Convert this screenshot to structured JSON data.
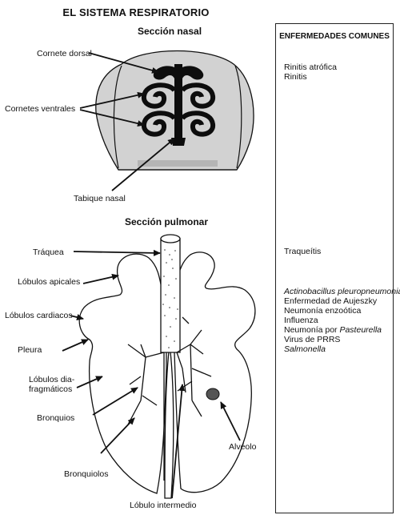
{
  "title": "EL SISTEMA RESPIRATORIO",
  "nasal": {
    "heading": "Sección nasal",
    "labels": {
      "cornete_dorsal": "Cornete dorsal",
      "cornetes_ventrales": "Cornetes ventrales",
      "tabique_nasal": "Tabique nasal"
    }
  },
  "pulmonar": {
    "heading": "Sección pulmonar",
    "labels": {
      "traquea": "Tráquea",
      "lobulos_apicales": "Lóbulos apicales",
      "lobulos_cardiacos": "Lóbulos cardiacos",
      "pleura": "Pleura",
      "diafragmaticos_1": "Lóbulos dia-",
      "diafragmaticos_2": "fragmáticos",
      "bronquios": "Bronquios",
      "bronquiolos": "Bronquiolos",
      "lobulo_intermedio": "Lóbulo intermedio",
      "alveolo": "Alvéolo"
    }
  },
  "enfermedades": {
    "heading": "ENFERMEDADES COMUNES",
    "nasal_1": "Rinitis atrófica",
    "nasal_2": "Rinitis",
    "traquea": "Traqueítis",
    "pulmon": {
      "i1a": "Actinobacillus pleuropneumoniae",
      "i2": "Enfermedad de Aujeszky",
      "i3": "Neumonía enzoótica",
      "i4": "Influenza",
      "i5a": "Neumonía por ",
      "i5b": "Pasteurella",
      "i6": "Virus de PRRS",
      "i7": "Salmonella"
    }
  }
}
